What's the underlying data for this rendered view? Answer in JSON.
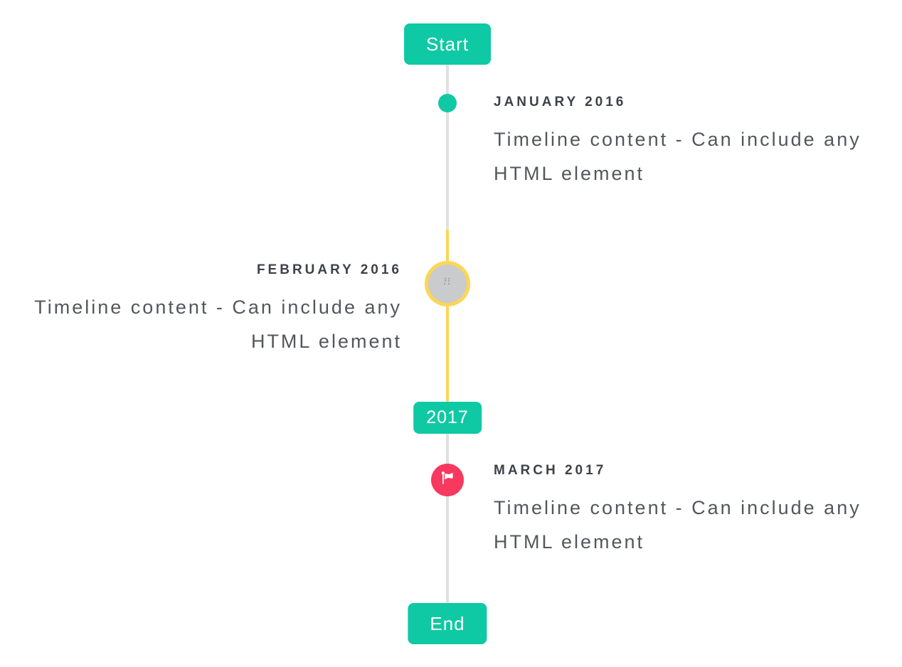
{
  "timeline": {
    "start_badge_label": "Start",
    "year_badge_label": "2017",
    "end_badge_label": "End",
    "items": [
      {
        "title": "JANUARY 2016",
        "content": "Timeline content - Can include any HTML element",
        "side": "right",
        "marker": "teal-dot"
      },
      {
        "title": "FEBRUARY 2016",
        "content": "Timeline content - Can include any HTML element",
        "side": "left",
        "marker": "yellow-ring-broken-image"
      },
      {
        "title": "MARCH 2017",
        "content": "Timeline content - Can include any HTML element",
        "side": "right",
        "marker": "red-flag"
      }
    ],
    "colors": {
      "accent_teal": "#0fc9a4",
      "accent_yellow": "#fcd655",
      "accent_red": "#f7395f",
      "line_gray": "#dfe0e1",
      "ring_fill_gray": "#c9cbcd",
      "title_text": "#3d4248",
      "body_text": "#53575c"
    }
  }
}
